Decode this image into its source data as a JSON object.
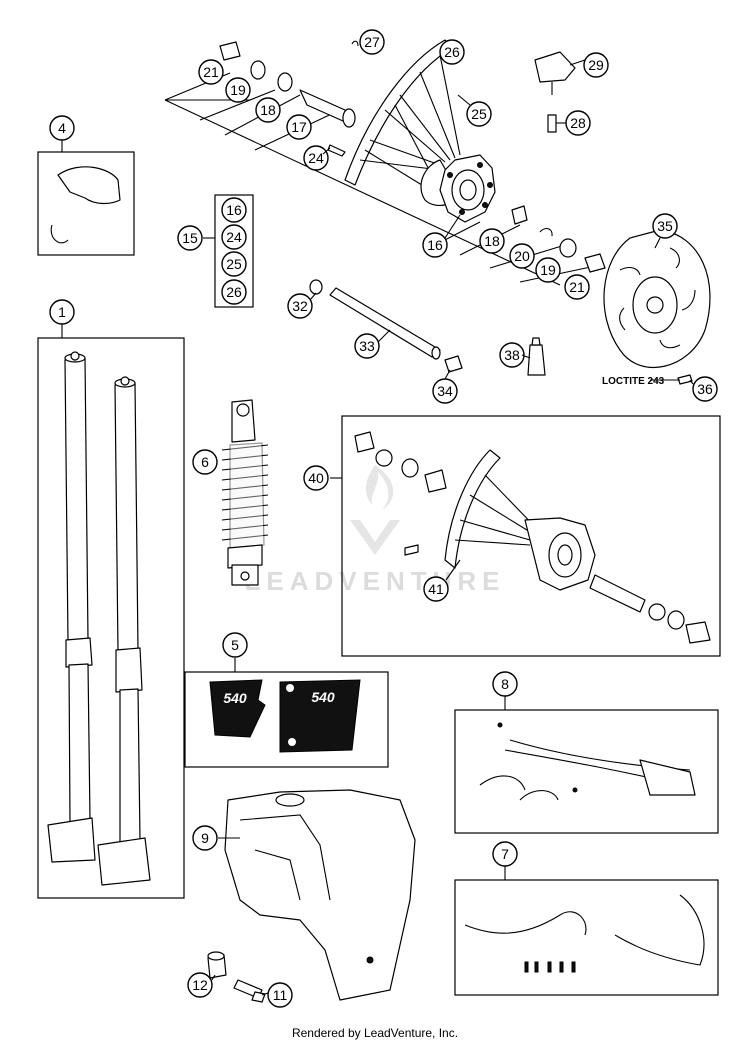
{
  "callouts": {
    "c1": "1",
    "c4": "4",
    "c5": "5",
    "c6": "6",
    "c7": "7",
    "c8": "8",
    "c9": "9",
    "c11": "11",
    "c12": "12",
    "c15": "15",
    "c16a": "16",
    "c16b": "16",
    "c17": "17",
    "c18a": "18",
    "c18b": "18",
    "c19a": "19",
    "c19b": "19",
    "c20": "20",
    "c21a": "21",
    "c21b": "21",
    "c24a": "24",
    "c24b": "24",
    "c25a": "25",
    "c25b": "25",
    "c26a": "26",
    "c26b": "26",
    "c27": "27",
    "c28": "28",
    "c29": "29",
    "c32": "32",
    "c33": "33",
    "c34": "34",
    "c35": "35",
    "c36": "36",
    "c38": "38",
    "c40": "40",
    "c41": "41"
  },
  "decal": {
    "left": "540",
    "right": "540"
  },
  "note": {
    "loctite": "LOCTITE 243"
  },
  "watermark": {
    "text": "LEADVENTURE"
  },
  "footer": {
    "text": "Rendered by LeadVenture, Inc."
  }
}
